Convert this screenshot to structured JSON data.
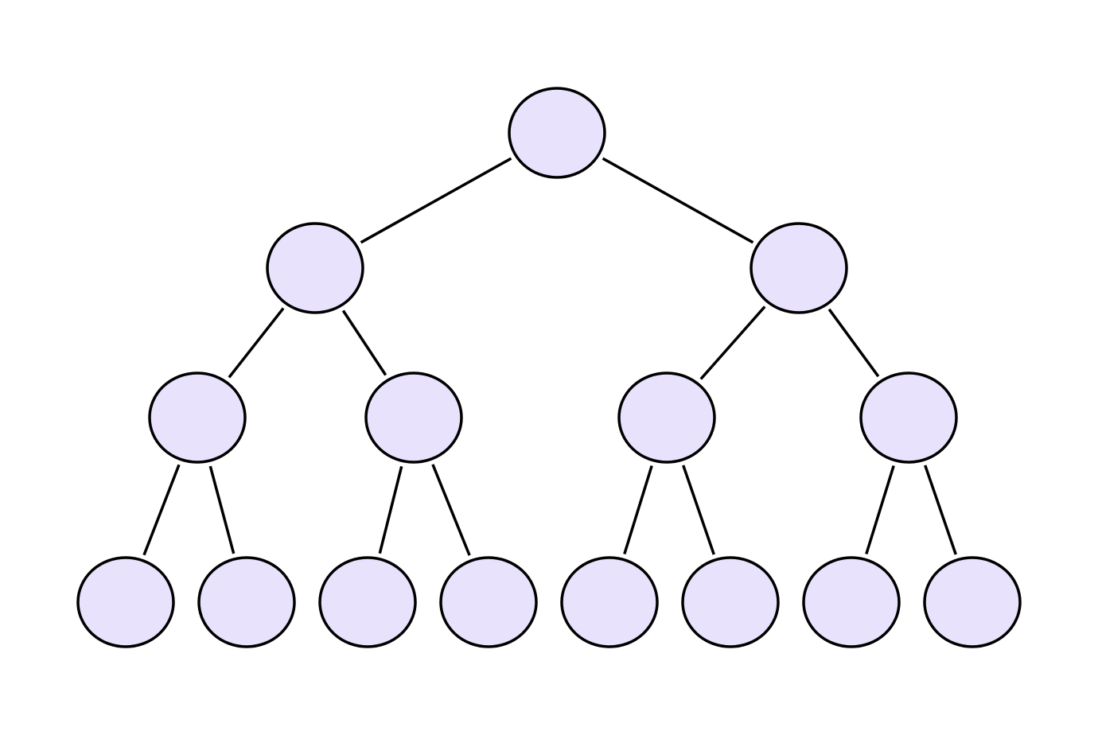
{
  "diagram": {
    "type": "binary-tree",
    "node_fill": "#e8e2fd",
    "node_stroke": "#000000",
    "edge_stroke": "#000000",
    "background": "#ffffff",
    "levels": [
      {
        "level": 0,
        "node_count": 1
      },
      {
        "level": 1,
        "node_count": 2
      },
      {
        "level": 2,
        "node_count": 4
      },
      {
        "level": 3,
        "node_count": 8
      }
    ],
    "nodes": [
      {
        "id": "n0"
      },
      {
        "id": "n1",
        "parent": "n0"
      },
      {
        "id": "n2",
        "parent": "n0"
      },
      {
        "id": "n3",
        "parent": "n1"
      },
      {
        "id": "n4",
        "parent": "n1"
      },
      {
        "id": "n5",
        "parent": "n2"
      },
      {
        "id": "n6",
        "parent": "n2"
      },
      {
        "id": "n7",
        "parent": "n3"
      },
      {
        "id": "n8",
        "parent": "n3"
      },
      {
        "id": "n9",
        "parent": "n4"
      },
      {
        "id": "n10",
        "parent": "n4"
      },
      {
        "id": "n11",
        "parent": "n5"
      },
      {
        "id": "n12",
        "parent": "n5"
      },
      {
        "id": "n13",
        "parent": "n6"
      },
      {
        "id": "n14",
        "parent": "n6"
      }
    ]
  }
}
